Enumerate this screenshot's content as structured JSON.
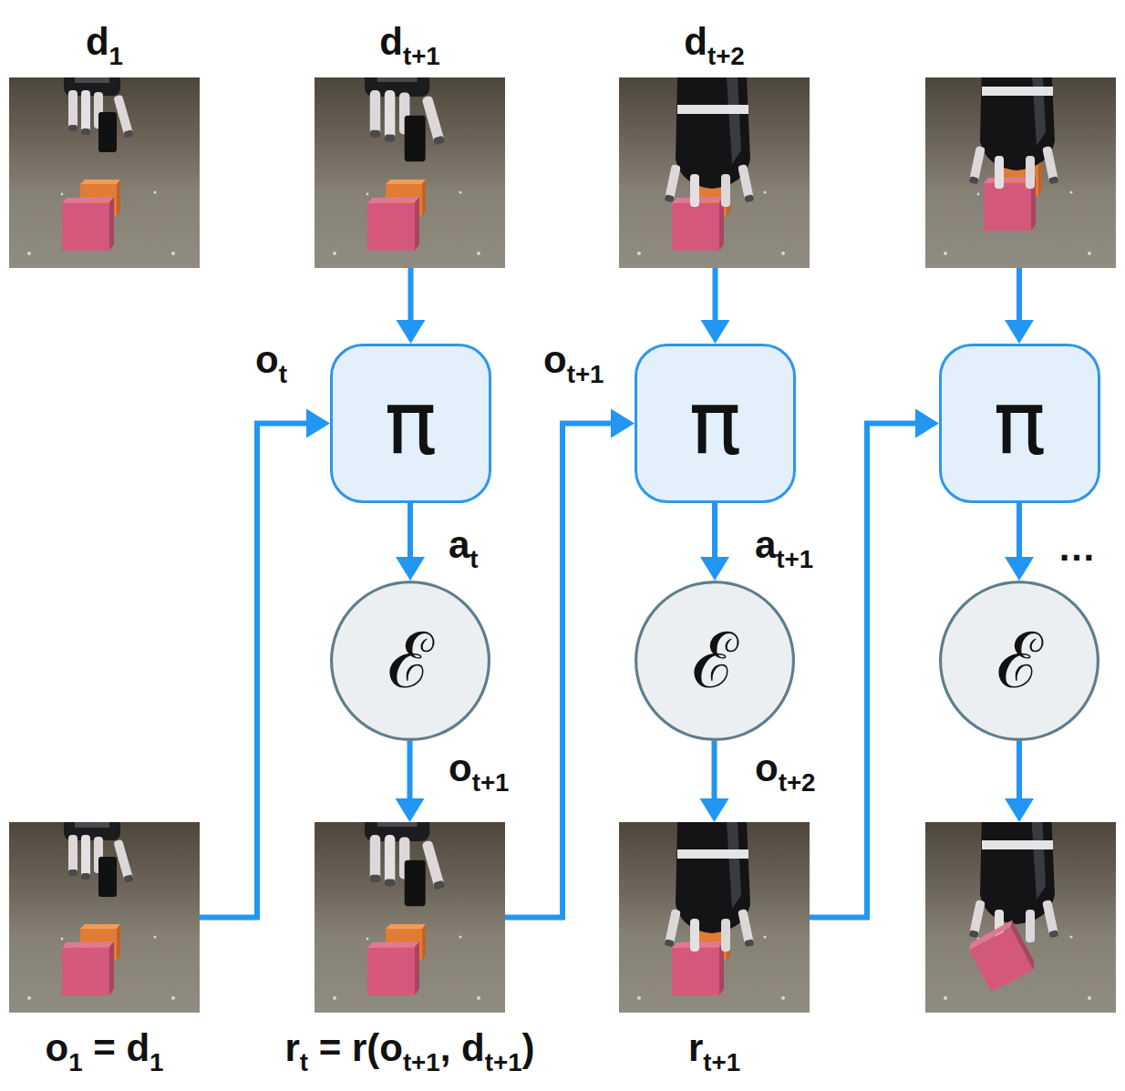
{
  "diagram": {
    "nodes": [
      {
        "text": [
          "d1"
        ]
      },
      {
        "text": [
          "dt+1"
        ]
      },
      {
        "text": [
          "dt+2"
        ]
      },
      {
        "text": [
          "π"
        ]
      },
      {
        "text": [
          "π"
        ]
      },
      {
        "text": [
          "π"
        ]
      },
      {
        "text": [
          "ℰ"
        ]
      },
      {
        "text": [
          "ℰ"
        ]
      },
      {
        "text": [
          "ℰ"
        ]
      },
      {
        "text": [
          "o1 = d1"
        ]
      },
      {
        "text": [
          "rt = r(ot+1, dt+1)"
        ]
      },
      {
        "text": [
          "rt+1"
        ]
      }
    ],
    "edges": [
      {
        "from": 1,
        "to": 3,
        "arrow": "to"
      },
      {
        "from": 2,
        "to": 4,
        "arrow": "to"
      },
      {
        "from": 9,
        "to": 3,
        "label": "ot",
        "arrow": "to"
      },
      {
        "from": 10,
        "to": 4,
        "label": "ot+1",
        "arrow": "to"
      },
      {
        "from": 11,
        "to": 5,
        "arrow": "to"
      },
      {
        "from": 3,
        "to": 6,
        "label": "at",
        "arrow": "to"
      },
      {
        "from": 4,
        "to": 7,
        "label": "at+1",
        "arrow": "to"
      },
      {
        "from": 5,
        "to": 8,
        "label": "…",
        "arrow": "to"
      },
      {
        "from": 6,
        "to": 10,
        "label": "ot+1",
        "arrow": "to"
      },
      {
        "from": 7,
        "to": 11,
        "label": "ot+2",
        "arrow": "to"
      }
    ]
  }
}
